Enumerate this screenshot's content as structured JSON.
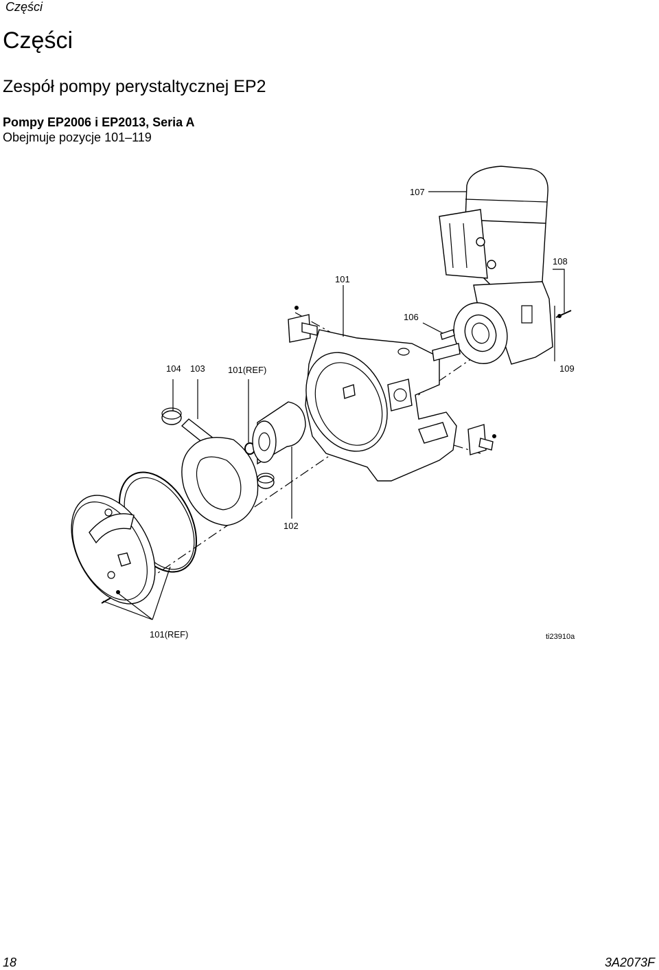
{
  "header": {
    "running_title": "Części"
  },
  "page_title": "Części",
  "section_title": "Zespół pompy perystaltycznej EP2",
  "subtitle": "Pompy EP2006 i EP2013, Seria A",
  "includes_text": "Obejmuje pozycje 101–119",
  "figure": {
    "callouts": {
      "c107": "107",
      "c108": "108",
      "c101": "101",
      "c106": "106",
      "c104": "104",
      "c103": "103",
      "c101ref_top": "101(REF)",
      "c109": "109",
      "c102": "102",
      "c101ref_bottom": "101(REF)"
    },
    "figure_id": "ti23910a"
  },
  "footer": {
    "page_number": "18",
    "doc_number": "3A2073F"
  }
}
